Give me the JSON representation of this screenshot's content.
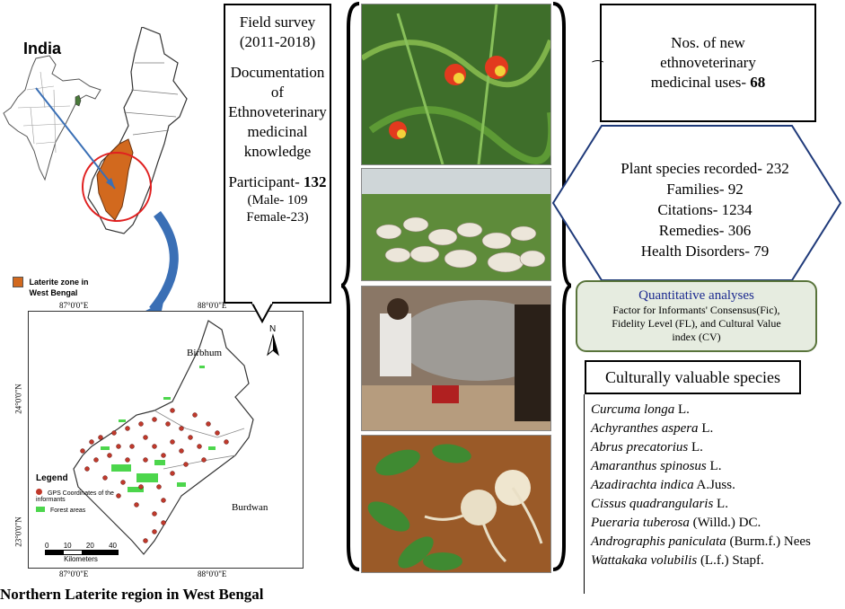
{
  "left_panel": {
    "india_label": "India",
    "laterite_legend": "Laterite zone in West Bengal",
    "caption": "Northern Laterite region in West Bengal",
    "map": {
      "lon_ticks": [
        "87°0'0\"E",
        "88°0'0\"E"
      ],
      "lat_ticks": [
        "24°0'0\"N",
        "23°0'0\"N"
      ],
      "north": "N",
      "region_birbhum": "Birbhum",
      "region_burdwan": "Burdwan",
      "legend_title": "Legend",
      "legend_gps": "GPS Coordinates of the informants",
      "legend_forest": "Forest areas",
      "scale_ticks": [
        "0",
        "10",
        "20",
        "40"
      ],
      "scale_unit": "Kilometers",
      "colors": {
        "laterite": "#d2691e",
        "forest": "#4cd64c",
        "gps": "#c0392b",
        "arrow": "#3a6fb5"
      }
    }
  },
  "callout": {
    "line1": "Field survey",
    "line2": "(2011-2018)",
    "line3": "Documentation",
    "line4": "of",
    "line5": "Ethnoveterinary",
    "line6": "medicinal",
    "line7": "knowledge",
    "participant_label": "Participant-",
    "participant_value": "132",
    "male": "(Male- 109",
    "female": "Female-23)"
  },
  "photos": [
    {
      "name": "flowering plant"
    },
    {
      "name": "grazing sheep"
    },
    {
      "name": "animal treatment"
    },
    {
      "name": "tuber root"
    }
  ],
  "right_panel": {
    "nos": {
      "line1": "Nos. of new",
      "line2": "ethnoveterinary",
      "line3": "medicinal uses-",
      "value": "68"
    },
    "stats": [
      "Plant species recorded- 232",
      "Families- 92",
      "Citations- 1234",
      "Remedies- 306",
      "Health Disorders- 79"
    ],
    "quant": {
      "title": "Quantitative analyses",
      "line1": "Factor for Informants' Consensus(Fic),",
      "line2": "Fidelity Level (FL), and Cultural Value",
      "line3": "index (CV)"
    },
    "cv_title": "Culturally valuable species",
    "species": [
      {
        "name": "Curcuma longa",
        "author": " L."
      },
      {
        "name": "Achyranthes aspera",
        "author": " L."
      },
      {
        "name": "Abrus precatorius",
        "author": " L."
      },
      {
        "name": "Amaranthus spinosus",
        "author": " L."
      },
      {
        "name": "Azadirachta indica",
        "author": " A.Juss."
      },
      {
        "name": "Cissus quadrangularis",
        "author": " L."
      },
      {
        "name": "Pueraria tuberosa",
        "author": " (Willd.) DC."
      },
      {
        "name": "Andrographis paniculata",
        "author": " (Burm.f.) Nees"
      },
      {
        "name": "Wattakaka volubilis",
        "author": " (L.f.) Stapf."
      }
    ]
  }
}
